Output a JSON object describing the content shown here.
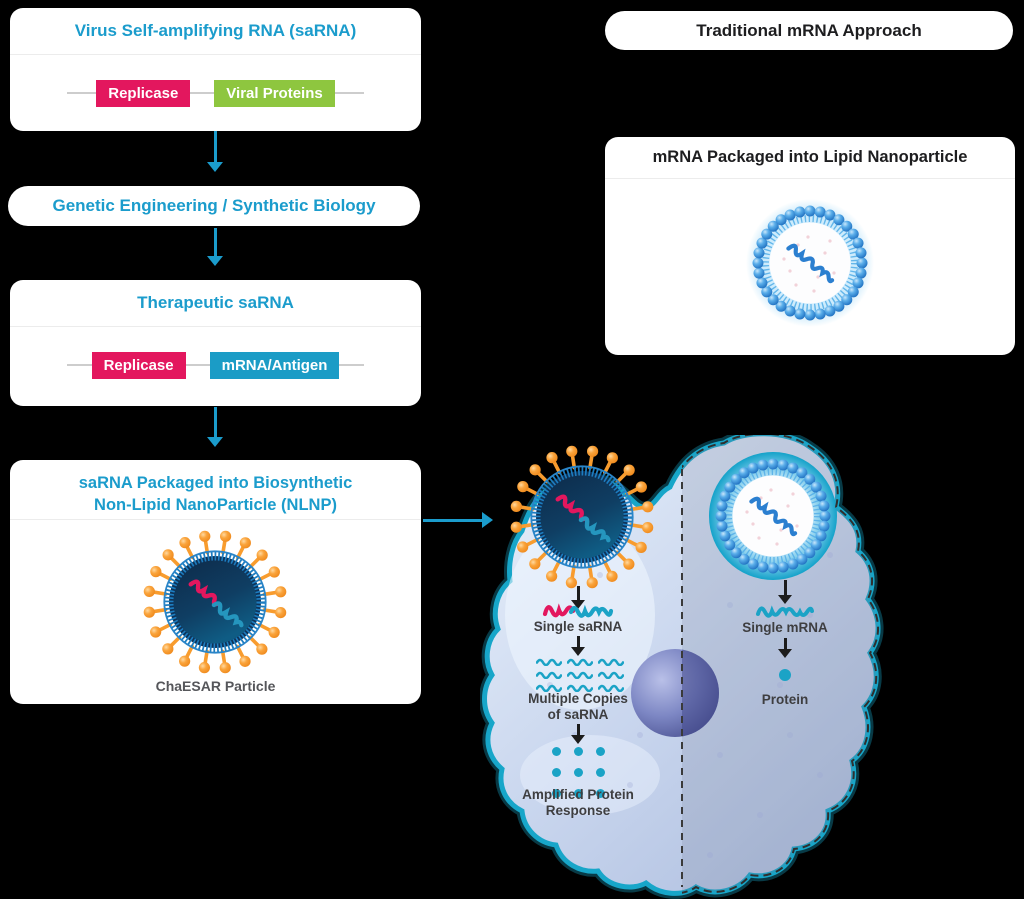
{
  "left_flow": {
    "box1": {
      "title": "Virus Self-amplifying RNA (saRNA)",
      "chip1": "Replicase",
      "chip2": "Viral Proteins"
    },
    "box2": {
      "title": "Genetic Engineering / Synthetic Biology"
    },
    "box3": {
      "title": "Therapeutic saRNA",
      "chip1": "Replicase",
      "chip2": "mRNA/Antigen"
    },
    "box4": {
      "title_line1": "saRNA Packaged into Biosynthetic",
      "title_line2": "Non-Lipid NanoParticle (NLNP)",
      "caption": "ChaESAR Particle"
    }
  },
  "right_flow": {
    "header": "Traditional mRNA Approach",
    "box_title": "mRNA Packaged into Lipid Nanoparticle"
  },
  "cell": {
    "saRNA_pathway": {
      "label1": "Single saRNA",
      "label2_line1": "Multiple Copies",
      "label2_line2": "of saRNA",
      "label3_line1": "Amplified Protein",
      "label3_line2": "Response",
      "wave_count": 9,
      "dot_count": 9
    },
    "mRNA_pathway": {
      "label1": "Single mRNA",
      "label2": "Protein",
      "dot_count": 1
    }
  },
  "colors": {
    "background": "#000000",
    "accent_blue_heading": "#1b9ccc",
    "replicase_crimson": "#e3175e",
    "viral_proteins_green": "#8ec63f",
    "mrna_antigen_teal": "#1b9cc6",
    "black_heading": "#1d1d1f",
    "caption_gray": "#55565a",
    "cell_label_gray": "#3e3e40",
    "membrane_teal": "#17a6c9",
    "spike_orange": "#f7941d",
    "protein_dot_teal": "#1ba3c6"
  }
}
